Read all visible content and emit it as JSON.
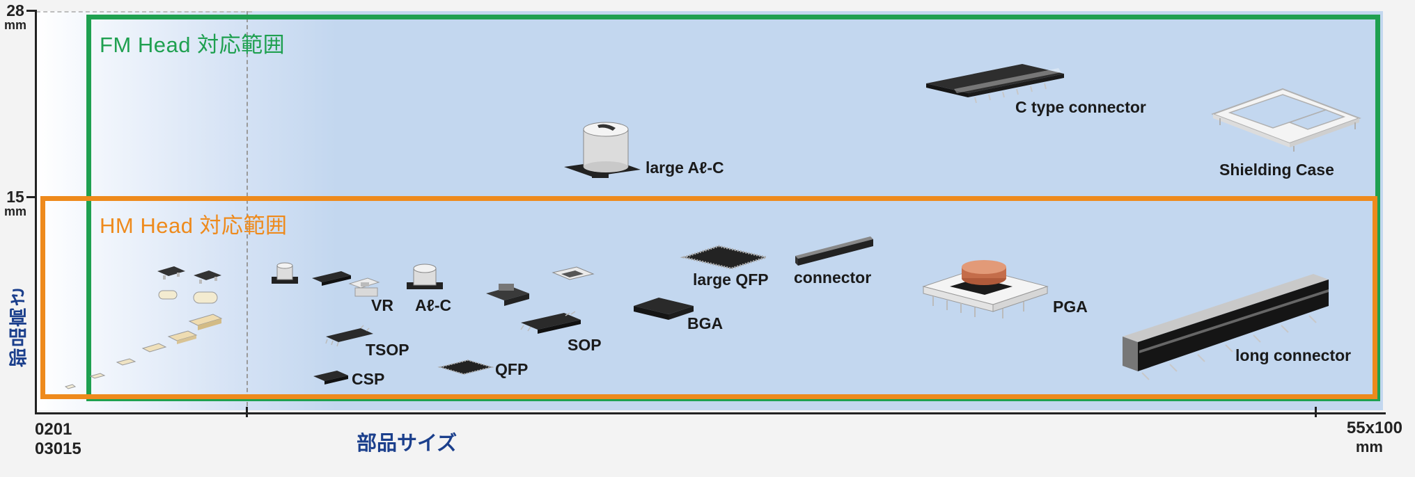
{
  "y_axis": {
    "title": "部品高さ",
    "top_value": "28",
    "top_unit": "mm",
    "mid_value": "15",
    "mid_unit": "mm"
  },
  "x_axis": {
    "title": "部品サイズ",
    "min_line1": "0201",
    "min_line2": "03015",
    "max_value": "55x100",
    "max_unit": "mm"
  },
  "regions": {
    "fm": {
      "title": "FM Head 対応範囲",
      "color": "#1fa050",
      "max_height_mm": 28
    },
    "hm": {
      "title": "HM Head 対応範囲",
      "color": "#ee8a1c",
      "max_height_mm": 15
    }
  },
  "components": {
    "large_alc": "large Aℓ-C",
    "c_type_connector": "C type connector",
    "shielding_case": "Shielding Case",
    "vr": "VR",
    "alc": "Aℓ-C",
    "tsop": "TSOP",
    "csp": "CSP",
    "qfp": "QFP",
    "sop": "SOP",
    "large_qfp": "large QFP",
    "bga": "BGA",
    "connector": "connector",
    "pga": "PGA",
    "long_connector": "long connector"
  },
  "colors": {
    "axis_title": "#1b3f8c",
    "plot_background": "#c3d7ef"
  }
}
